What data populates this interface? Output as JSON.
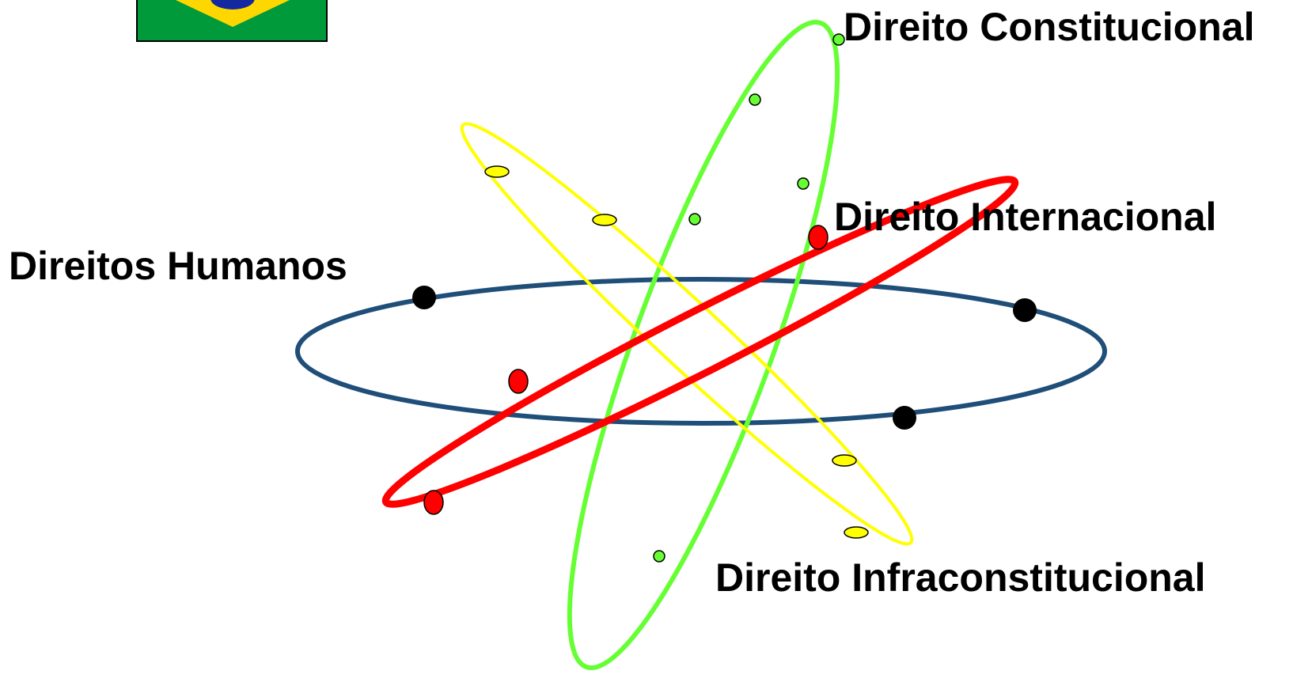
{
  "labels": {
    "direito_constitucional": "Direito Constitucional",
    "direito_internacional": "Direito Internacional",
    "direitos_humanos": "Direitos Humanos",
    "direito_infraconstitucional": "Direito Infraconstitucional"
  },
  "flag_icon": "brazil-flag-icon",
  "colors": {
    "flag_green": "#009a3a",
    "flag_yellow": "#ffd700",
    "flag_blue": "#1428a0",
    "orbit_blue": "#1f4e79",
    "orbit_green": "#66ff33",
    "orbit_yellow": "#ffff00",
    "orbit_red": "#ff0000",
    "node_black": "#000000",
    "text": "#000000"
  }
}
